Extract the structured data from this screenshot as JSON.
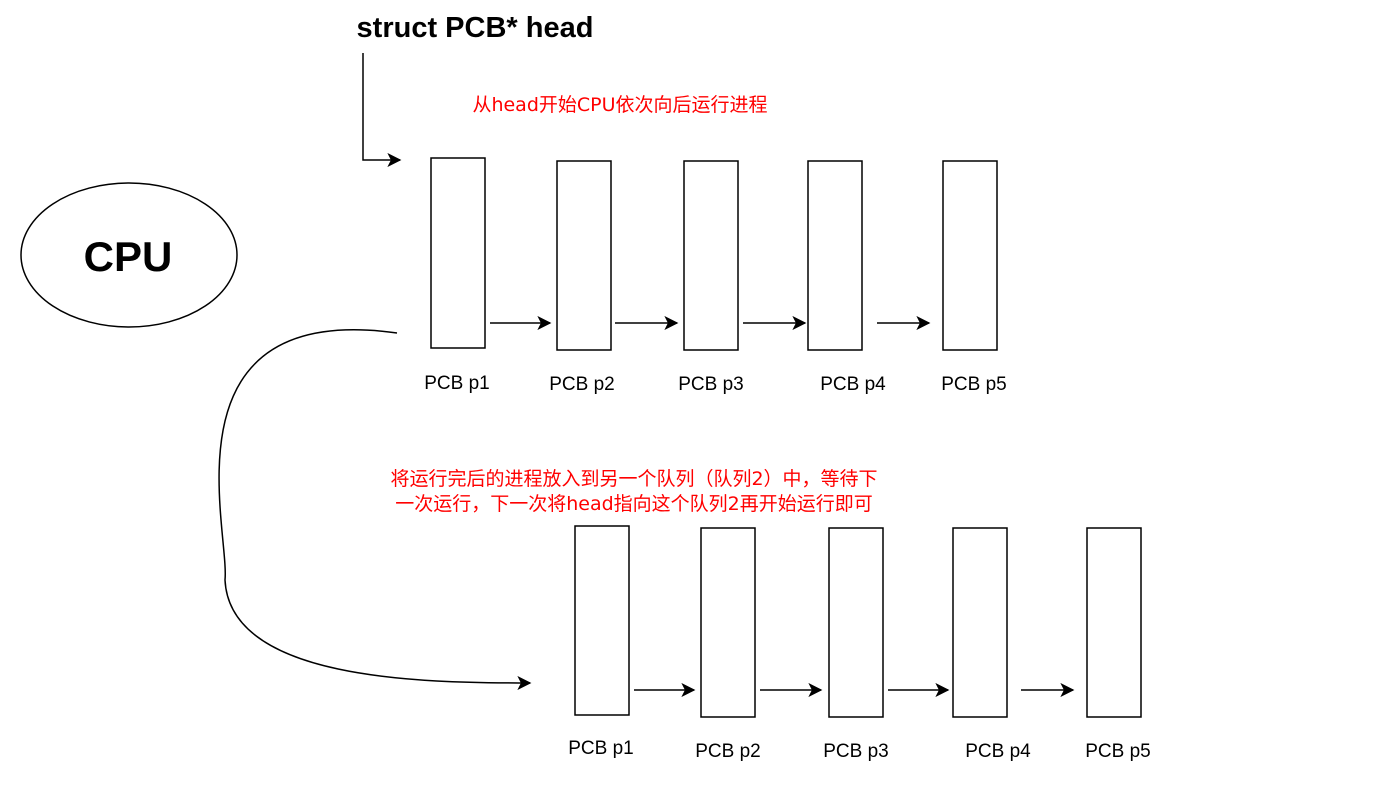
{
  "head_label": "struct PCB* head",
  "cpu_label": "CPU",
  "note_top": "从head开始CPU依次向后运行进程",
  "note_bottom": [
    "将运行完后的进程放入到另一个队列（队列2）中，等待下",
    "一次运行，下一次将head指向这个队列2再开始运行即可"
  ],
  "note_color": "#ff0000",
  "queue1": {
    "pcbs": [
      "PCB p1",
      "PCB p2",
      "PCB p3",
      "PCB p4",
      "PCB p5"
    ]
  },
  "queue2": {
    "pcbs": [
      "PCB p1",
      "PCB p2",
      "PCB p3",
      "PCB p4",
      "PCB p5"
    ]
  }
}
